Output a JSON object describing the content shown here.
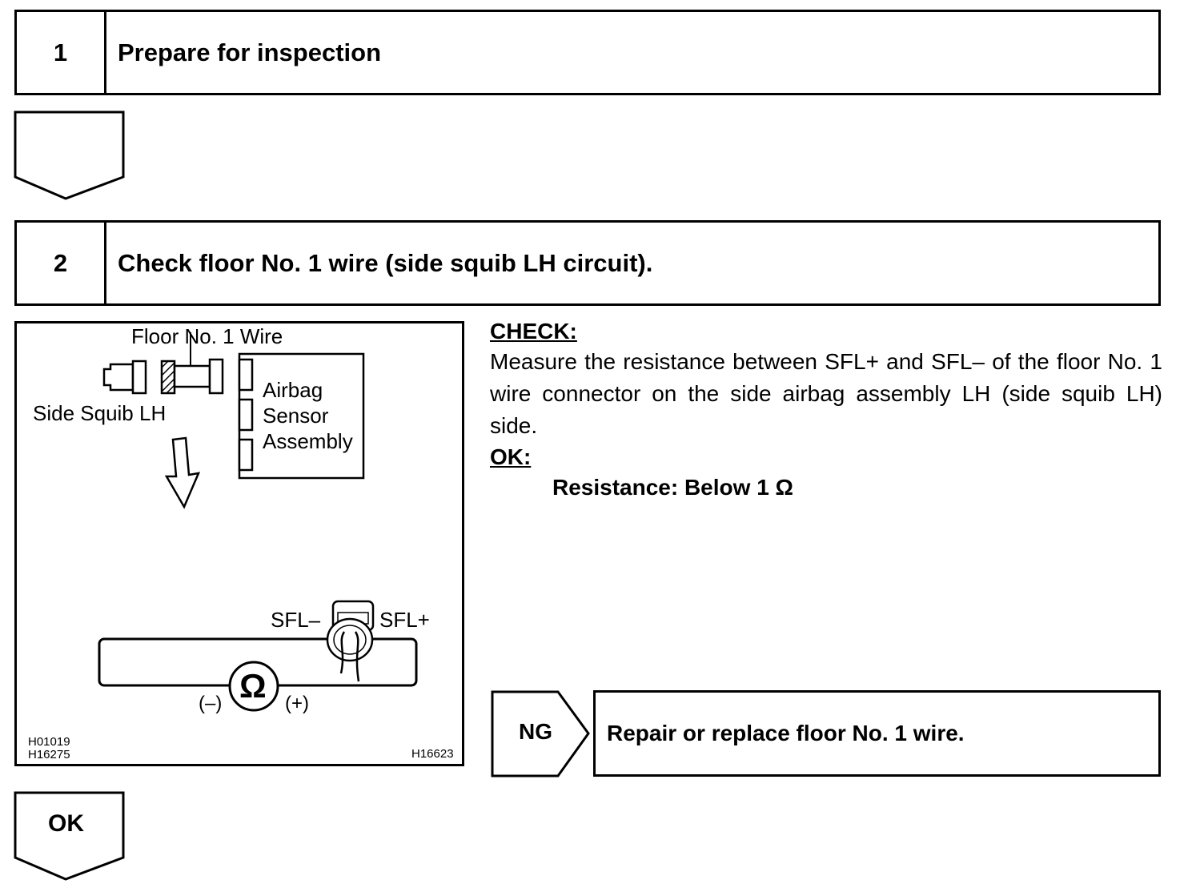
{
  "steps": [
    {
      "number": "1",
      "title": "Prepare for inspection"
    },
    {
      "number": "2",
      "title": "Check floor No. 1 wire (side squib LH circuit)."
    }
  ],
  "diagram": {
    "floor_wire_label": "Floor No. 1 Wire",
    "side_squib_label": "Side Squib LH",
    "airbag_label_1": "Airbag",
    "airbag_label_2": "Sensor",
    "airbag_label_3": "Assembly",
    "sfl_minus": "SFL–",
    "sfl_plus": "SFL+",
    "minus_label": "(–)",
    "plus_label": "(+)",
    "ohm_symbol": "Ω",
    "code_1": "H01019",
    "code_2": "H16275",
    "code_3": "H16623"
  },
  "check": {
    "heading": "CHECK:",
    "text": "Measure the resistance between SFL+ and SFL– of the floor No. 1 wire connector on the side airbag assembly LH (side squib LH) side.",
    "ok_heading": "OK:",
    "spec": "Resistance: Below 1 Ω"
  },
  "ng": {
    "label": "NG",
    "action": "Repair or replace floor No. 1 wire."
  },
  "ok_arrow": {
    "label": "OK"
  }
}
